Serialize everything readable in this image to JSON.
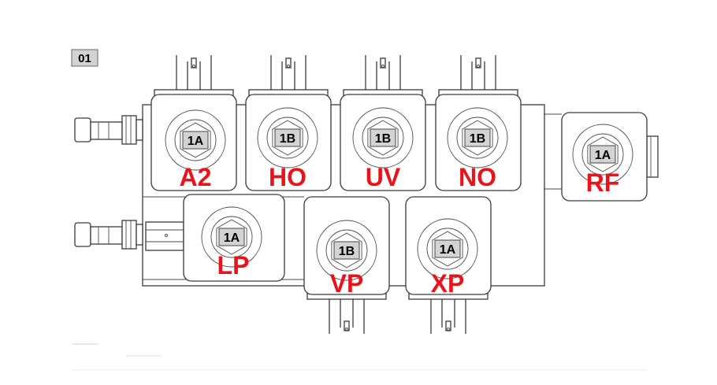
{
  "page_number": "01",
  "colors": {
    "label": "#e8141c",
    "badge": "#d3d3d3",
    "line": "#3a3a3a"
  },
  "solenoids": [
    {
      "id": "A2",
      "label": "A2",
      "badge": "1A",
      "kind": "coil-top"
    },
    {
      "id": "HO",
      "label": "HO",
      "badge": "1B",
      "kind": "coil-top"
    },
    {
      "id": "UV",
      "label": "UV",
      "badge": "1B",
      "kind": "coil-top"
    },
    {
      "id": "NO",
      "label": "NO",
      "badge": "1B",
      "kind": "coil-top"
    },
    {
      "id": "RF",
      "label": "RF",
      "badge": "1A",
      "kind": "coil-side-right"
    },
    {
      "id": "LP",
      "label": "LP",
      "badge": "1A",
      "kind": "coil-side-left"
    },
    {
      "id": "VP",
      "label": "VP",
      "badge": "1B",
      "kind": "coil-bottom"
    },
    {
      "id": "XP",
      "label": "XP",
      "badge": "1A",
      "kind": "coil-bottom"
    }
  ]
}
